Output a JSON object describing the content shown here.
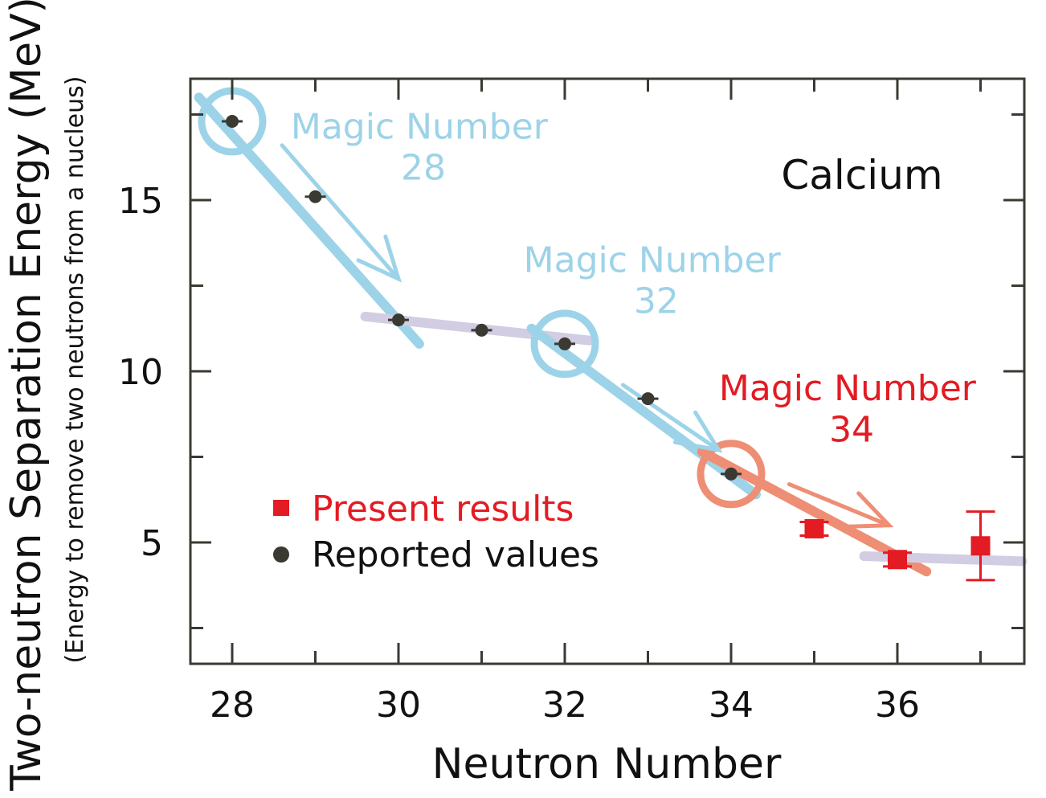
{
  "chart_data": {
    "type": "scatter",
    "title": "",
    "xlabel": "Neutron Number",
    "ylabel": "Two-neutron Separation Energy (MeV)",
    "ylabel_sub": "(Energy to remove two neutrons from a nucleus)",
    "element_label": "Calcium",
    "xlim": [
      27.5,
      37.5
    ],
    "ylim": [
      1.5,
      18.5
    ],
    "x_ticks": [
      28,
      30,
      32,
      34,
      36
    ],
    "x_minor_ticks": [
      29,
      31,
      33,
      35,
      37
    ],
    "y_ticks": [
      5,
      10,
      15
    ],
    "y_minor_ticks": [
      2.5,
      7.5,
      12.5,
      17.5
    ],
    "grid": false,
    "legend_position": "bottom-left",
    "series": [
      {
        "name": "Present results",
        "marker": "square",
        "color": "#e31b23",
        "points": [
          {
            "x": 35,
            "y": 5.4,
            "yerr": 0.2
          },
          {
            "x": 36,
            "y": 4.5,
            "yerr": 0.2
          },
          {
            "x": 37,
            "y": 4.9,
            "yerr": 1.0
          }
        ]
      },
      {
        "name": "Reported values",
        "marker": "circle",
        "color": "#3a3a33",
        "points": [
          {
            "x": 28,
            "y": 17.3
          },
          {
            "x": 29,
            "y": 15.1
          },
          {
            "x": 30,
            "y": 11.5
          },
          {
            "x": 31,
            "y": 11.2
          },
          {
            "x": 32,
            "y": 10.8
          },
          {
            "x": 33,
            "y": 9.2
          },
          {
            "x": 34,
            "y": 7.0
          }
        ]
      }
    ],
    "trend_lines": [
      {
        "color": "#9dd3e8",
        "from": [
          27.6,
          18.0
        ],
        "to": [
          30.25,
          10.8
        ]
      },
      {
        "color": "#d2cde2",
        "from": [
          29.6,
          11.6
        ],
        "to": [
          32.3,
          10.9
        ]
      },
      {
        "color": "#9dd3e8",
        "from": [
          31.6,
          11.25
        ],
        "to": [
          34.3,
          6.4
        ]
      },
      {
        "color": "#ee8e75",
        "from": [
          33.65,
          7.65
        ],
        "to": [
          36.35,
          4.15
        ]
      },
      {
        "color": "#d2cde2",
        "from": [
          35.6,
          4.6
        ],
        "to": [
          37.5,
          4.45
        ]
      }
    ],
    "magic_markers": [
      {
        "x": 28,
        "y": 17.3,
        "color": "#9dd3e8"
      },
      {
        "x": 32,
        "y": 10.8,
        "color": "#9dd3e8"
      },
      {
        "x": 34,
        "y": 7.0,
        "color": "#ee8e75"
      }
    ],
    "arrows": [
      {
        "color": "#9dd3e8",
        "from": [
          28.6,
          16.6
        ],
        "to": [
          30.0,
          12.7
        ]
      },
      {
        "color": "#9dd3e8",
        "from": [
          32.7,
          9.6
        ],
        "to": [
          33.85,
          7.7
        ]
      },
      {
        "color": "#ee8e75",
        "from": [
          34.7,
          6.7
        ],
        "to": [
          35.9,
          5.5
        ]
      }
    ],
    "annotations": [
      {
        "line1": "Magic Number",
        "line2": "28",
        "color": "#9dd3e8",
        "x": 30.25,
        "y": 16.8,
        "x2": 30.3,
        "y2": 15.6
      },
      {
        "line1": "Magic Number",
        "line2": "32",
        "color": "#9dd3e8",
        "x": 33.05,
        "y": 12.9,
        "x2": 33.1,
        "y2": 11.7
      },
      {
        "line1": "Magic Number",
        "line2": "34",
        "color": "#e31b23",
        "x": 35.4,
        "y": 9.15,
        "x2": 35.45,
        "y2": 7.95
      }
    ]
  }
}
